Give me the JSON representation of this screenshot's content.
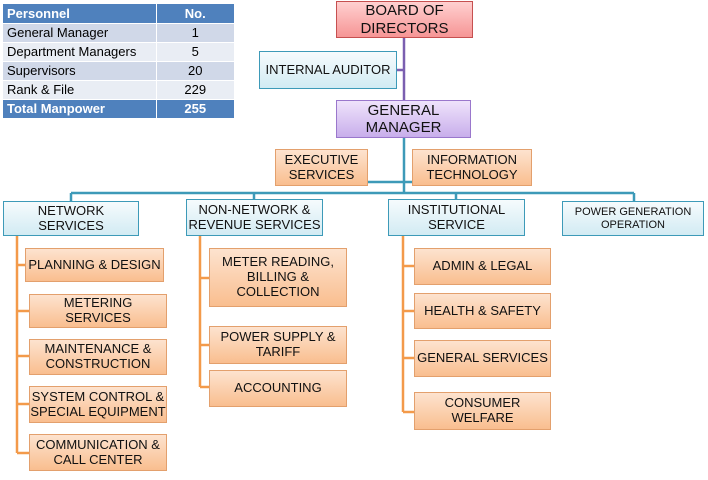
{
  "table": {
    "headers": [
      "Personnel",
      "No."
    ],
    "rows": [
      {
        "label": "General Manager",
        "value": "1"
      },
      {
        "label": "Department Managers",
        "value": "5"
      },
      {
        "label": "Supervisors",
        "value": "20"
      },
      {
        "label": "Rank & File",
        "value": "229"
      }
    ],
    "total": {
      "label": "Total Manpower",
      "value": "255"
    }
  },
  "org": {
    "board": [
      "BOARD OF",
      "DIRECTORS"
    ],
    "auditor": "INTERNAL AUDITOR",
    "gm": [
      "GENERAL",
      "MANAGER"
    ],
    "executive": [
      "EXECUTIVE",
      "SERVICES"
    ],
    "it": [
      "INFORMATION",
      "TECHNOLOGY"
    ],
    "network": {
      "title": "NETWORK SERVICES",
      "items": [
        [
          "PLANNING & DESIGN"
        ],
        [
          "METERING SERVICES"
        ],
        [
          "MAINTENANCE &",
          "CONSTRUCTION"
        ],
        [
          "SYSTEM CONTROL &",
          "SPECIAL EQUIPMENT"
        ],
        [
          "COMMUNICATION &",
          "CALL CENTER"
        ]
      ]
    },
    "nonnetwork": {
      "title": [
        "NON-NETWORK &",
        "REVENUE SERVICES"
      ],
      "items": [
        [
          "METER READING,",
          "BILLING &",
          "COLLECTION"
        ],
        [
          "POWER SUPPLY &",
          "TARIFF"
        ],
        [
          "ACCOUNTING"
        ]
      ]
    },
    "institutional": {
      "title": [
        "INSTITUTIONAL",
        "SERVICE"
      ],
      "items": [
        [
          "ADMIN & LEGAL"
        ],
        [
          "HEALTH & SAFETY"
        ],
        [
          "GENERAL SERVICES"
        ],
        [
          "CONSUMER",
          "WELFARE"
        ]
      ]
    },
    "power": [
      "POWER GENERATION",
      "OPERATION"
    ]
  },
  "colors": {
    "connector_purple": "#7b5fb0",
    "connector_blue": "#3d9ab8",
    "connector_orange": "#f39a4a"
  }
}
